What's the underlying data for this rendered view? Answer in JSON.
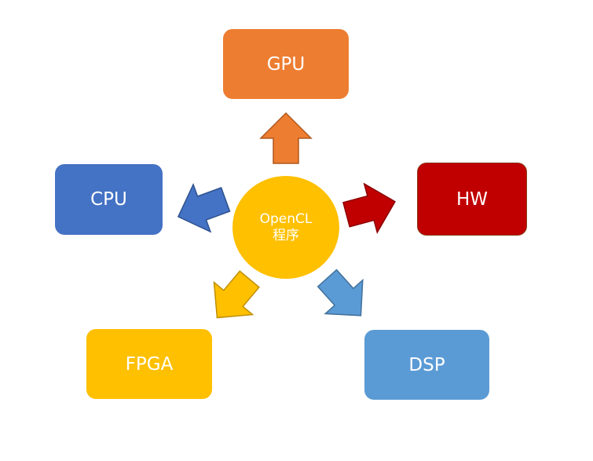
{
  "center": {
    "line1": "OpenCL",
    "line2": "程序"
  },
  "nodes": {
    "gpu": {
      "label": "GPU",
      "color": "#ED7D31"
    },
    "cpu": {
      "label": "CPU",
      "color": "#4472C4"
    },
    "hw": {
      "label": "HW",
      "color": "#C00000"
    },
    "fpga": {
      "label": "FPGA",
      "color": "#FFC000"
    },
    "dsp": {
      "label": "DSP",
      "color": "#5B9BD5"
    }
  },
  "center_color": "#FFC000"
}
